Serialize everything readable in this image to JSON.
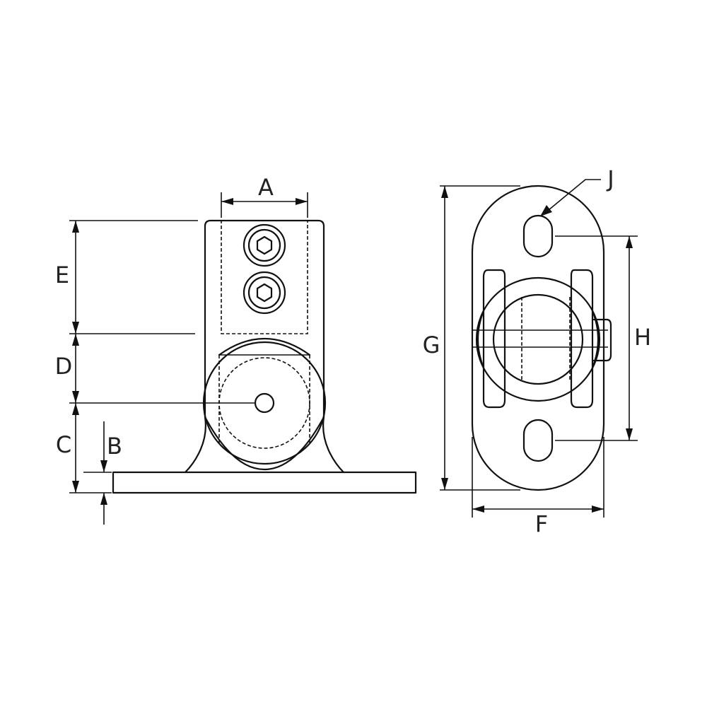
{
  "labels": {
    "A": "A",
    "B": "B",
    "C": "C",
    "D": "D",
    "E": "E",
    "F": "F",
    "G": "G",
    "H": "H",
    "J": "J"
  },
  "colors": {
    "line": "#111111",
    "background": "#ffffff",
    "text": "#222222"
  }
}
